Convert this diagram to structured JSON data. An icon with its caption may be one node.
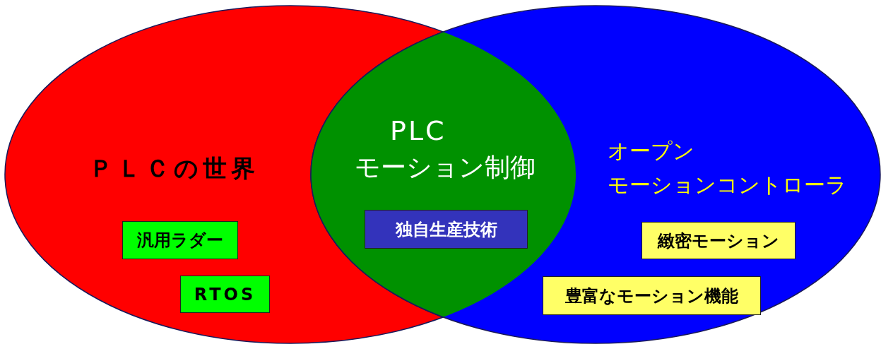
{
  "diagram": {
    "nodes": [
      {
        "text": [
          "ＰＬＣの世界"
        ]
      },
      {
        "text": [
          "オープン",
          "モーションコントローラ"
        ]
      },
      {
        "text": [
          "PLC",
          "モーション制御"
        ]
      },
      {
        "text": [
          "汎用ラダー"
        ],
        "in": 0
      },
      {
        "text": [
          "RTOS"
        ],
        "in": 0
      },
      {
        "text": [
          "独自生産技術"
        ]
      },
      {
        "text": [
          "緻密モーション"
        ],
        "in": 1
      },
      {
        "text": [
          "豊富なモーション機能"
        ],
        "in": 1
      }
    ],
    "edges": []
  }
}
